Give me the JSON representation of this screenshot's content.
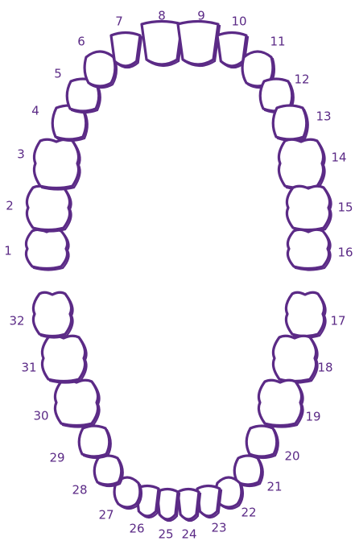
{
  "chart": {
    "stroke_color": "#5b2a86",
    "background": "#ffffff",
    "teeth": [
      {
        "number": "1"
      },
      {
        "number": "2"
      },
      {
        "number": "3"
      },
      {
        "number": "4"
      },
      {
        "number": "5"
      },
      {
        "number": "6"
      },
      {
        "number": "7"
      },
      {
        "number": "8"
      },
      {
        "number": "9"
      },
      {
        "number": "10"
      },
      {
        "number": "11"
      },
      {
        "number": "12"
      },
      {
        "number": "13"
      },
      {
        "number": "14"
      },
      {
        "number": "15"
      },
      {
        "number": "16"
      },
      {
        "number": "17"
      },
      {
        "number": "18"
      },
      {
        "number": "19"
      },
      {
        "number": "20"
      },
      {
        "number": "21"
      },
      {
        "number": "22"
      },
      {
        "number": "23"
      },
      {
        "number": "24"
      },
      {
        "number": "25"
      },
      {
        "number": "26"
      },
      {
        "number": "27"
      },
      {
        "number": "28"
      },
      {
        "number": "29"
      },
      {
        "number": "30"
      },
      {
        "number": "31"
      },
      {
        "number": "32"
      }
    ]
  }
}
